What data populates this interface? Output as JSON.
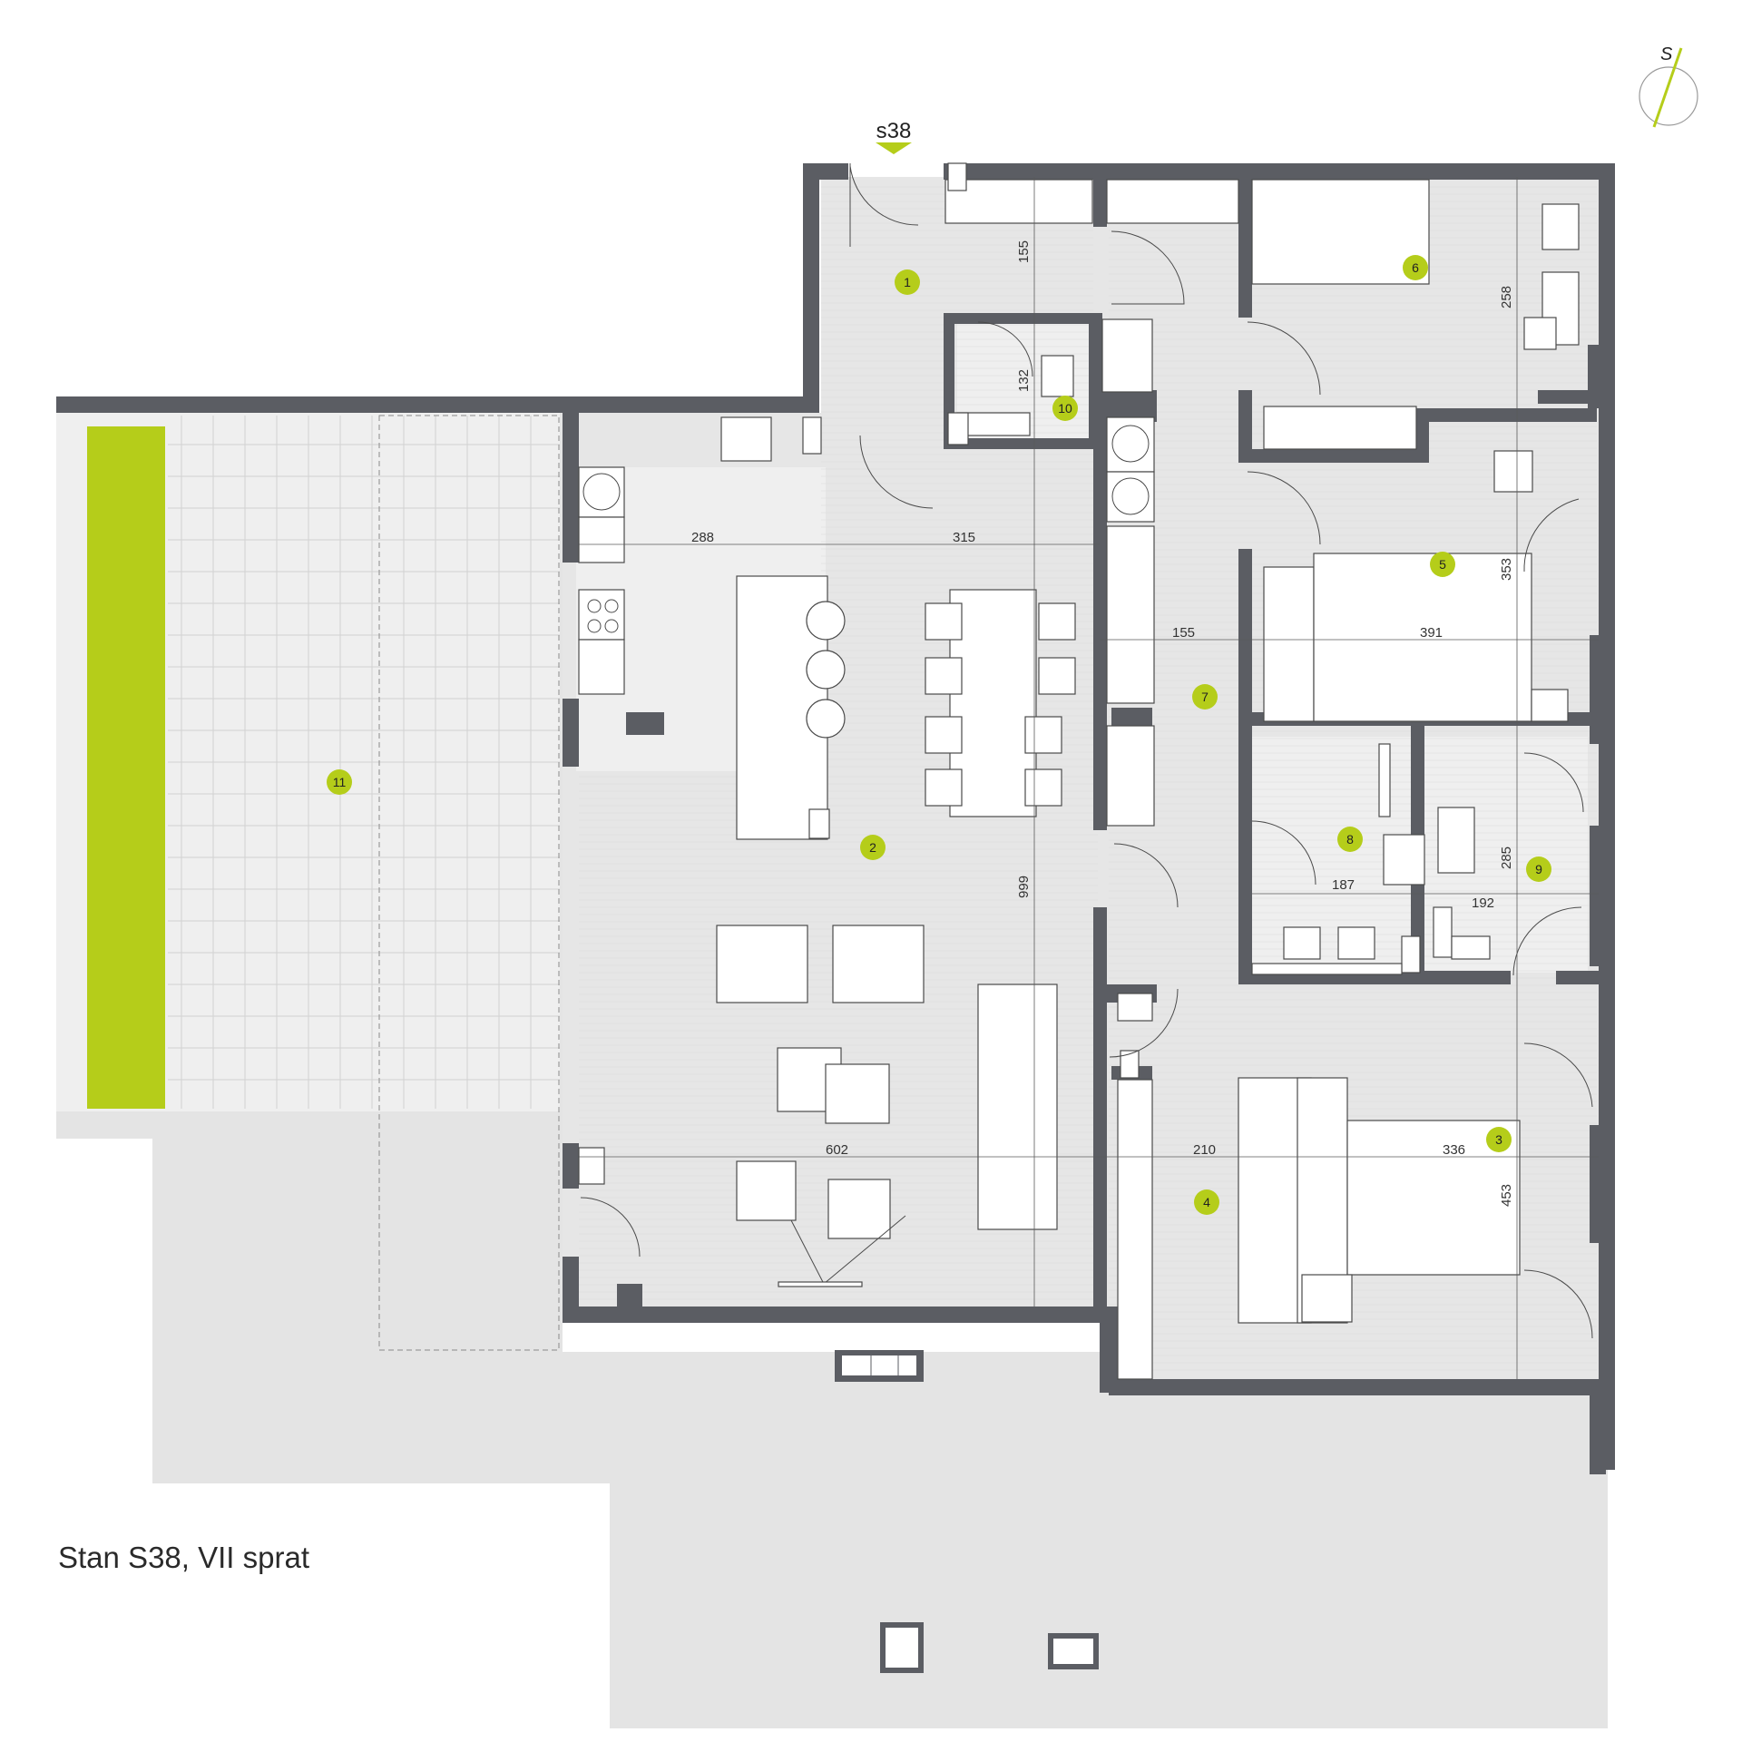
{
  "caption": "Stan S38, VII sprat",
  "entrance_label": "s38",
  "compass_label": "S",
  "accent_color": "#b5cd1a",
  "wall_color": "#5b5d63",
  "room_markers": [
    "1",
    "2",
    "3",
    "4",
    "5",
    "6",
    "7",
    "8",
    "9",
    "10",
    "11"
  ],
  "dimensions": [
    "155",
    "132",
    "288",
    "315",
    "353",
    "391",
    "155",
    "258",
    "999",
    "187",
    "285",
    "192",
    "602",
    "210",
    "336",
    "453"
  ]
}
